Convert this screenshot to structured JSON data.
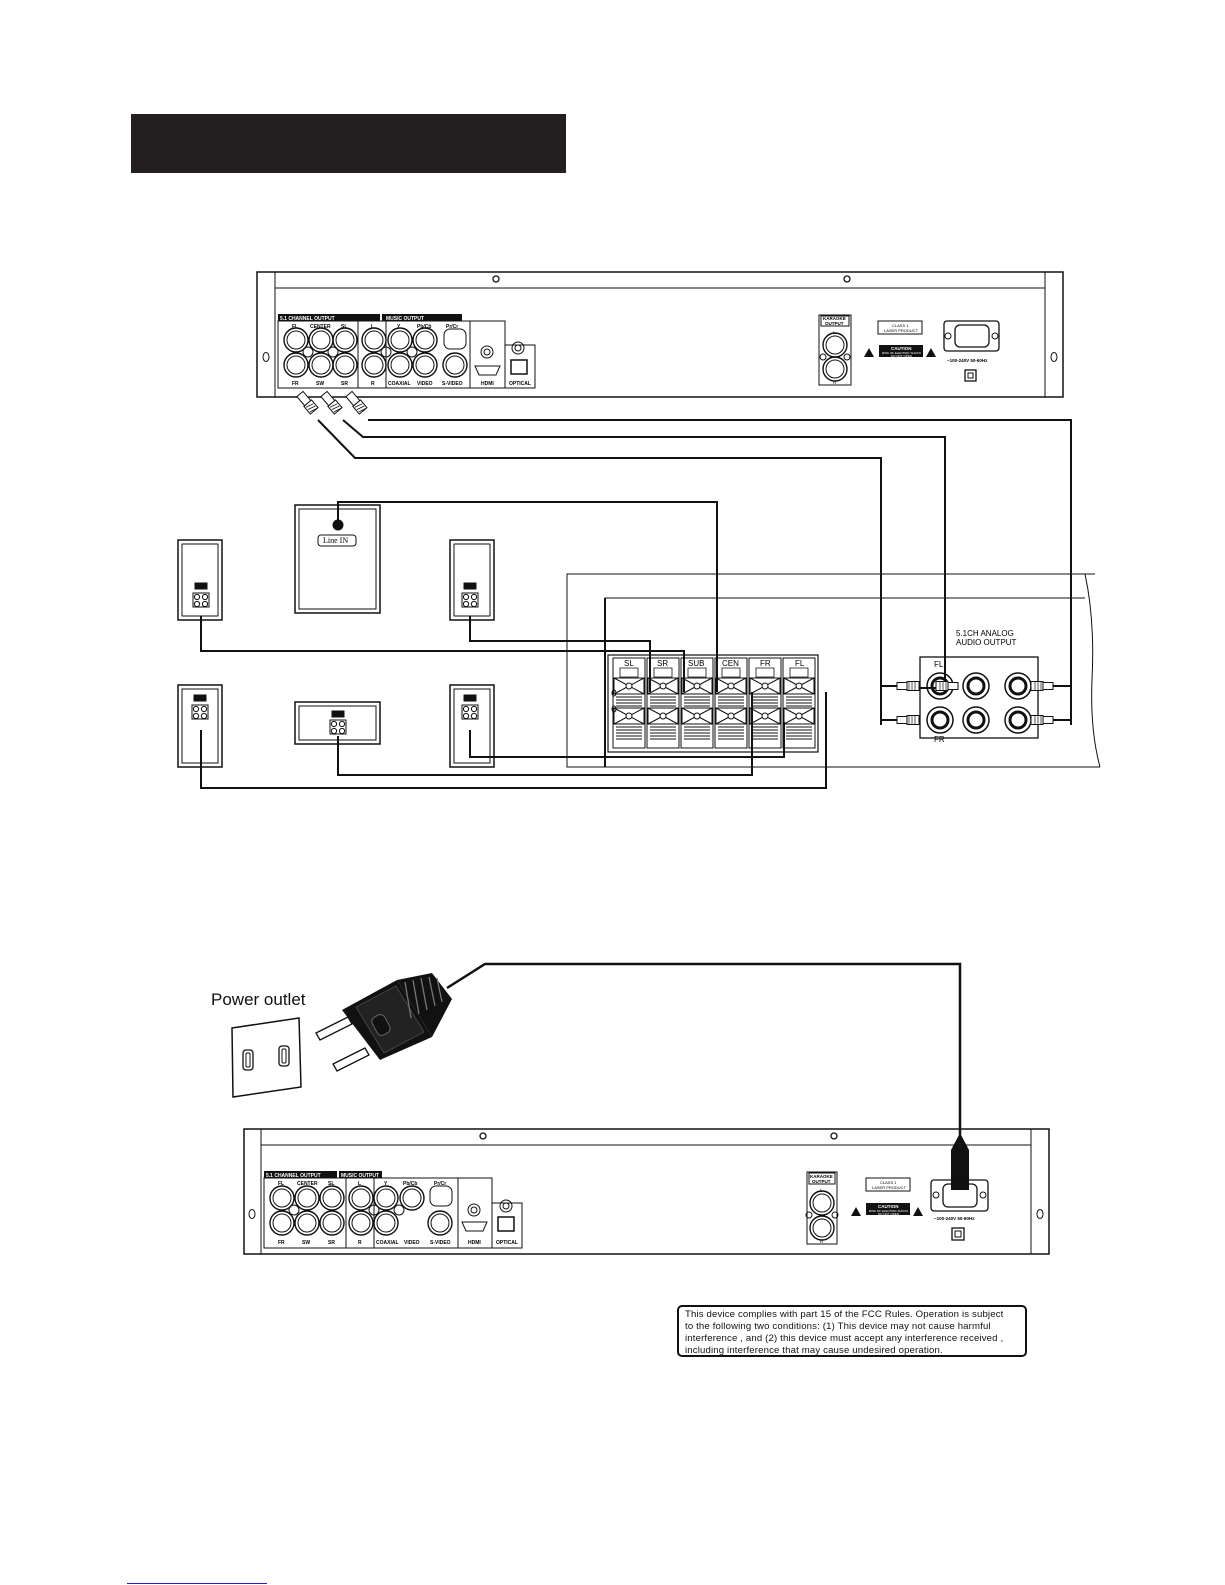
{
  "page": {
    "header_bar_text": ""
  },
  "dvd_panel": {
    "group_5_1": "5.1 CHANNEL OUTPUT",
    "group_music": "MUSIC OUTPUT",
    "jack_labels_top": [
      "FL",
      "CENTER",
      "SL",
      "L",
      "Y",
      "Pb/Cb",
      "Pr/Cr"
    ],
    "jack_labels_bottom": [
      "FR",
      "SW",
      "SR",
      "R",
      "COAXIAL",
      "VIDEO",
      "S-VIDEO",
      "HDMI",
      "OPTICAL"
    ],
    "karaoke_label_1": "KARAOKE",
    "karaoke_label_2": "OUTPUT",
    "karaoke_l": "L",
    "karaoke_r": "R",
    "laser_1": "CLASS 1",
    "laser_2": "LASER PRODUCT",
    "caution": "CAUTION",
    "caution_sub_1": "RISK OF ELECTRIC SHOCK",
    "caution_sub_2": "DO NOT OPEN",
    "power_rating": "~100-240V 50-60Hz"
  },
  "amplifier": {
    "line_in": "Line IN",
    "terminal_labels": [
      "SL",
      "SR",
      "SUB",
      "CEN",
      "FR",
      "FL"
    ],
    "analog_title_1": "5.1CH ANALOG",
    "analog_title_2": "AUDIO OUTPUT",
    "analog_fl": "FL",
    "analog_fr": "FR"
  },
  "power_section": {
    "outlet_label": "Power outlet"
  },
  "fcc_notice": {
    "lines": [
      "This device complies with part 15 of the FCC Rules.  Operation is subject",
      "to the following  two conditions: (1) This device may not cause harmful",
      "interference , and (2) this device must accept any interference received ,",
      "including interference  that may cause undesired  operation."
    ]
  },
  "colors": {
    "ink": "#111111",
    "header_bar": "#231f20",
    "link_underline": "#2222cc"
  }
}
